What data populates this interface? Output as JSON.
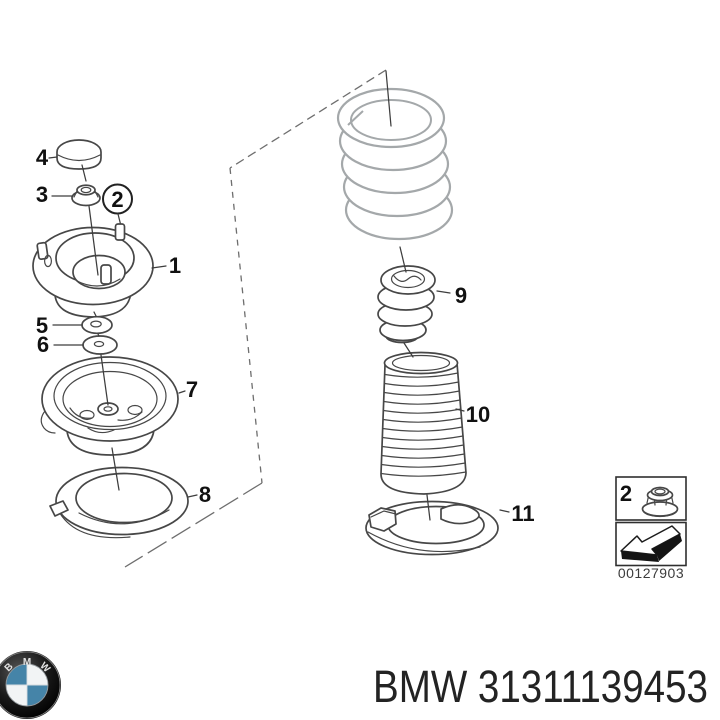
{
  "diagram": {
    "callouts": {
      "c1": "1",
      "c2": "2",
      "c3": "3",
      "c4": "4",
      "c5": "5",
      "c6": "6",
      "c7": "7",
      "c8": "8",
      "c9": "9",
      "c10": "10",
      "c11": "11"
    },
    "inset": {
      "ref": "2",
      "code": "00127903"
    }
  },
  "footer": {
    "part_text": "BMW 31311139453",
    "logo": {
      "b": "B",
      "m": "M",
      "w": "W"
    }
  },
  "colors": {
    "drawing_line": "#474747",
    "spring_line": "#a4a8aa",
    "label_text": "#111111",
    "logo_blue": "#4584a8",
    "logo_ring": "#111111"
  }
}
